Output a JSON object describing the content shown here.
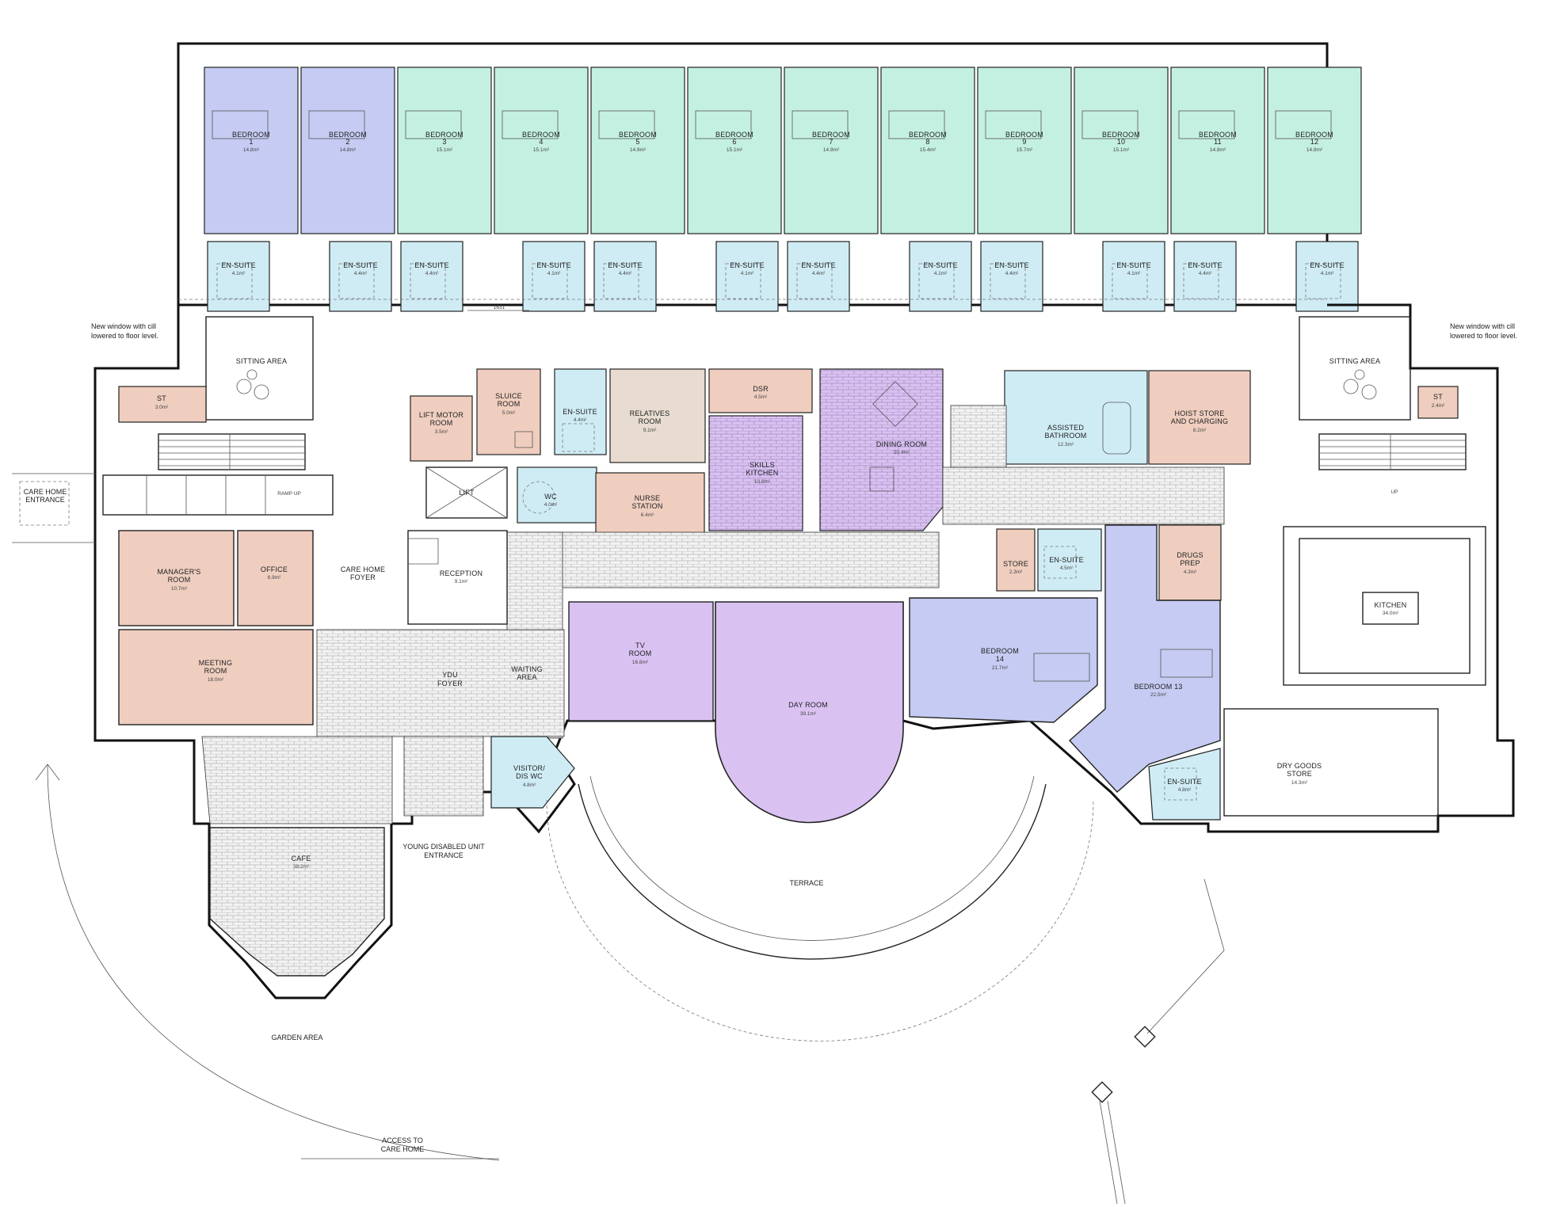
{
  "colors": {
    "bedroom_blue": "#c5cbf2",
    "bedroom_green": "#c4f0e2",
    "ensuite_cyan": "#cfecf4",
    "service_salmon": "#efcebf",
    "relatives_tan": "#e7dccf",
    "activity_lilac": "#d9c2f2",
    "tile_grey": "#efefef"
  },
  "bedrooms_north": [
    {
      "name": "BEDROOM",
      "number": "1",
      "area": "14.8m²"
    },
    {
      "name": "BEDROOM",
      "number": "2",
      "area": "14.8m²"
    },
    {
      "name": "BEDROOM",
      "number": "3",
      "area": "15.1m²"
    },
    {
      "name": "BEDROOM",
      "number": "4",
      "area": "15.1m²"
    },
    {
      "name": "BEDROOM",
      "number": "5",
      "area": "14.9m²"
    },
    {
      "name": "BEDROOM",
      "number": "6",
      "area": "15.1m²"
    },
    {
      "name": "BEDROOM",
      "number": "7",
      "area": "14.9m²"
    },
    {
      "name": "BEDROOM",
      "number": "8",
      "area": "15.4m²"
    },
    {
      "name": "BEDROOM",
      "number": "9",
      "area": "15.7m²"
    },
    {
      "name": "BEDROOM",
      "number": "10",
      "area": "15.1m²"
    },
    {
      "name": "BEDROOM",
      "number": "11",
      "area": "14.8m²"
    },
    {
      "name": "BEDROOM",
      "number": "12",
      "area": "14.8m²"
    }
  ],
  "ensuites_north": [
    {
      "name": "EN-SUITE",
      "area": "4.1m²"
    },
    {
      "name": "EN-SUITE",
      "area": "4.4m²"
    },
    {
      "name": "EN-SUITE",
      "area": "4.4m²"
    },
    {
      "name": "EN-SUITE",
      "area": "4.1m²"
    },
    {
      "name": "EN-SUITE",
      "area": "4.4m²"
    },
    {
      "name": "EN-SUITE",
      "area": "4.1m²"
    },
    {
      "name": "EN-SUITE",
      "area": "4.4m²"
    },
    {
      "name": "EN-SUITE",
      "area": "4.1m²"
    },
    {
      "name": "EN-SUITE",
      "area": "4.4m²"
    },
    {
      "name": "EN-SUITE",
      "area": "4.1m²"
    },
    {
      "name": "EN-SUITE",
      "area": "4.4m²"
    },
    {
      "name": "EN-SUITE",
      "area": "4.1m²"
    }
  ],
  "dimension": "1631",
  "rooms": {
    "sitting_area_w": {
      "name": "SITTING AREA"
    },
    "sitting_area_e": {
      "name": "SITTING AREA"
    },
    "st_w": {
      "name": "ST",
      "area": "3.0m²"
    },
    "st_e": {
      "name": "ST",
      "area": "2.4m²"
    },
    "lift_motor": {
      "name1": "LIFT MOTOR",
      "name2": "ROOM",
      "area": "3.5m²"
    },
    "sluice": {
      "name1": "SLUICE",
      "name2": "ROOM",
      "area": "5.0m²"
    },
    "ensuite_c": {
      "name": "EN-SUITE",
      "area": "4.4m²"
    },
    "relatives": {
      "name1": "RELATIVES",
      "name2": "ROOM",
      "area": "9.1m²"
    },
    "dsr": {
      "name": "DSR",
      "area": "4.5m²"
    },
    "dining": {
      "name": "DINING ROOM",
      "area": "20.4m²"
    },
    "assisted_bath": {
      "name1": "ASSISTED",
      "name2": "BATHROOM",
      "area": "12.3m²"
    },
    "hoist_store": {
      "name1": "HOIST STORE",
      "name2": "AND CHARGING",
      "area": "8.2m²"
    },
    "lift": {
      "name": "LIFT"
    },
    "wc": {
      "name": "WC",
      "area": "4.0m²"
    },
    "nurse_station": {
      "name1": "NURSE",
      "name2": "STATION",
      "area": "6.4m²"
    },
    "skills_kitchen": {
      "name1": "SKILLS",
      "name2": "KITCHEN",
      "area": "10.8m²"
    },
    "managers_room": {
      "name1": "MANAGER'S",
      "name2": "ROOM",
      "area": "10.7m²"
    },
    "office": {
      "name": "OFFICE",
      "area": "6.9m²"
    },
    "care_home_foyer": {
      "name1": "CARE HOME",
      "name2": "FOYER"
    },
    "reception": {
      "name": "RECEPTION",
      "area": "9.1m²"
    },
    "meeting_room": {
      "name1": "MEETING",
      "name2": "ROOM",
      "area": "18.0m²"
    },
    "ydu_foyer": {
      "name1": "YDU",
      "name2": "FOYER"
    },
    "waiting_area": {
      "name1": "WAITING",
      "name2": "AREA"
    },
    "tv_room": {
      "name1": "TV",
      "name2": "ROOM",
      "area": "16.8m²"
    },
    "day_room": {
      "name": "DAY ROOM",
      "area": "39.1m²"
    },
    "store": {
      "name": "STORE",
      "area": "2.3m²"
    },
    "ensuite_14": {
      "name": "EN-SUITE",
      "area": "4.5m²"
    },
    "drugs_prep": {
      "name1": "DRUGS",
      "name2": "PREP",
      "area": "4.3m²"
    },
    "bedroom_14": {
      "name1": "BEDROOM",
      "name2": "14",
      "area": "21.7m²"
    },
    "bedroom_13": {
      "name": "BEDROOM 13",
      "area": "22.5m²"
    },
    "ensuite_13": {
      "name": "EN-SUITE",
      "area": "4.8m²"
    },
    "kitchen": {
      "name": "KITCHEN",
      "area": "34.0m²"
    },
    "dry_goods": {
      "name1": "DRY GOODS",
      "name2": "STORE",
      "area": "14.3m²"
    },
    "visitor_wc": {
      "name1": "VISITOR/",
      "name2": "DIS WC",
      "area": "4.8m²"
    },
    "cafe": {
      "name": "CAFE",
      "area": "38.2m²"
    }
  },
  "labels": {
    "care_home_entrance_1": "CARE HOME",
    "care_home_entrance_2": "ENTRANCE",
    "ramp_up": "RAMP UP",
    "up": "UP",
    "window_note_w_1": "New window with cill",
    "window_note_w_2": "lowered to floor level.",
    "window_note_e_1": "New window with cill",
    "window_note_e_2": "lowered to floor level.",
    "ydu_entrance_1": "YOUNG DISABLED UNIT",
    "ydu_entrance_2": "ENTRANCE",
    "terrace": "TERRACE",
    "garden_area": "GARDEN AREA",
    "access_1": "ACCESS TO",
    "access_2": "CARE HOME"
  }
}
